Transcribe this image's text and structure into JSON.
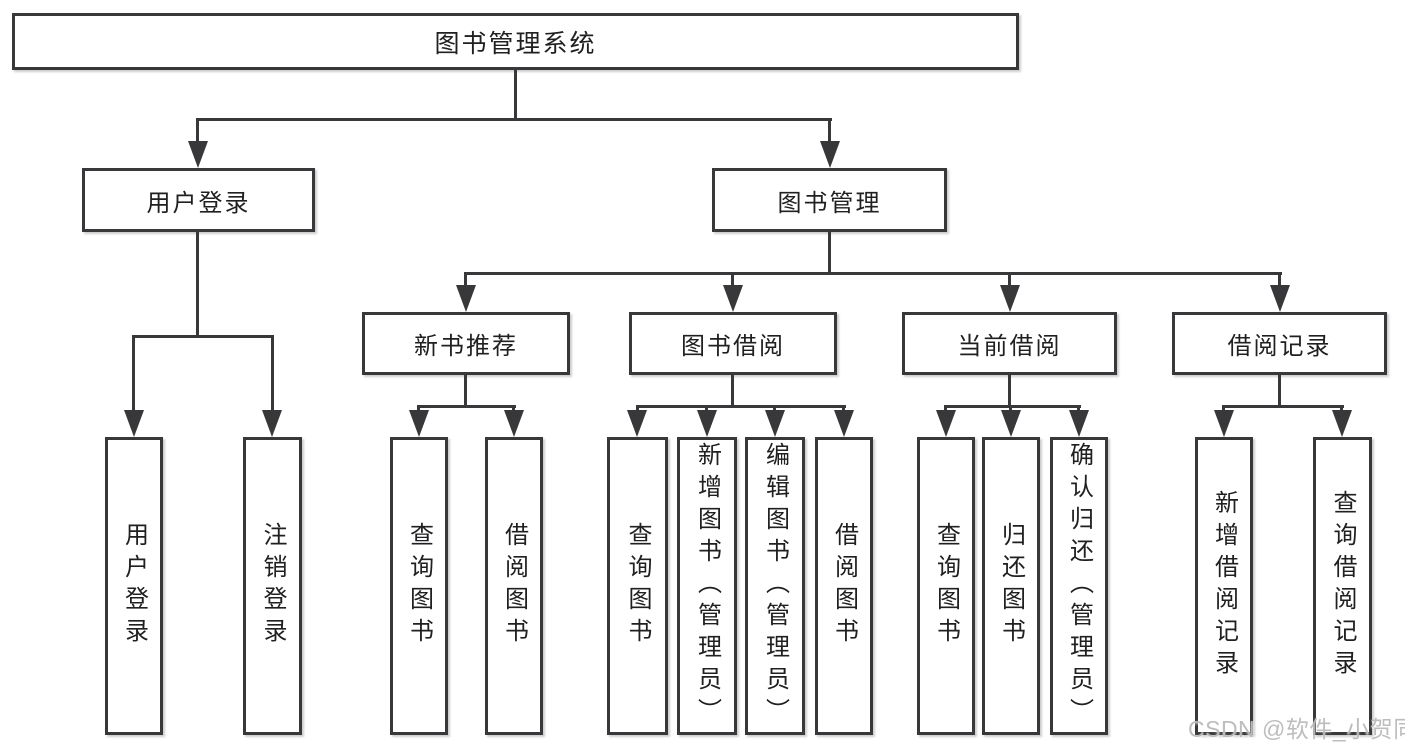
{
  "diagram": {
    "title": "图书管理系统",
    "branches": [
      {
        "label": "用户登录",
        "children": [
          {
            "label": "用户登录"
          },
          {
            "label": "注销登录"
          }
        ]
      },
      {
        "label": "图书管理",
        "children": [
          {
            "label": "新书推荐",
            "children": [
              {
                "label": "查询图书"
              },
              {
                "label": "借阅图书"
              }
            ]
          },
          {
            "label": "图书借阅",
            "children": [
              {
                "label": "查询图书"
              },
              {
                "label": "新增图书（管理员）"
              },
              {
                "label": "编辑图书（管理员）"
              },
              {
                "label": "借阅图书"
              }
            ]
          },
          {
            "label": "当前借阅",
            "children": [
              {
                "label": "查询图书"
              },
              {
                "label": "归还图书"
              },
              {
                "label": "确认归还（管理员）"
              }
            ]
          },
          {
            "label": "借阅记录",
            "children": [
              {
                "label": "新增借阅记录"
              },
              {
                "label": "查询借阅记录"
              }
            ]
          }
        ]
      }
    ]
  },
  "watermark": {
    "text": "CSDN @软件_小贺同学"
  },
  "colors": {
    "line": "#38383a",
    "node_border": "#38383a",
    "node_fill": "#ffffff",
    "text": "#202022",
    "watermark": "#b9b9b9",
    "background": "#ffffff"
  }
}
